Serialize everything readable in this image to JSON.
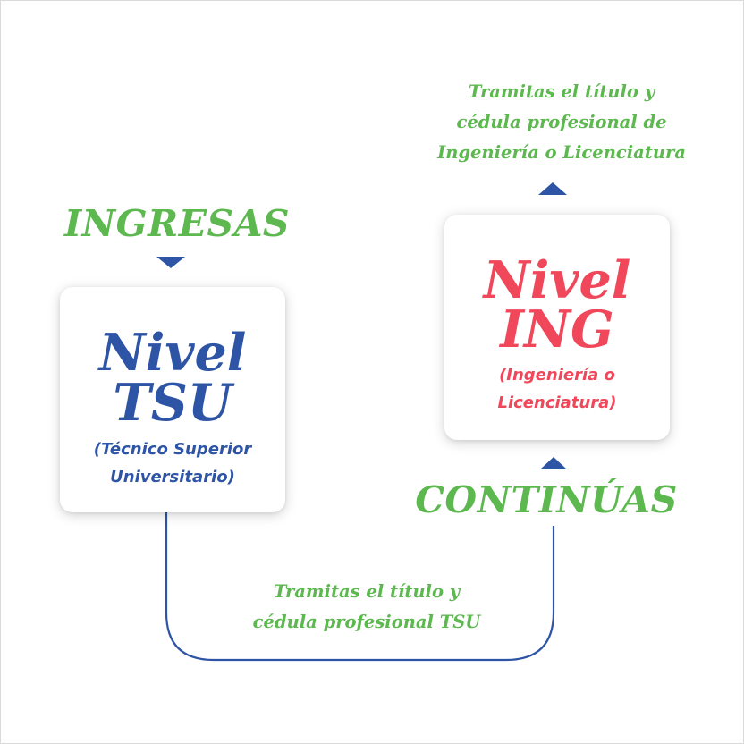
{
  "colors": {
    "green": "#5cb84f",
    "blue": "#2e54a5",
    "red": "#f0475a"
  },
  "ingresas": "INGRESAS",
  "continuas": "CONTINÚAS",
  "tsu": {
    "title_line1": "Nivel",
    "title_line2": "TSU",
    "subtitle_line1": "(Técnico Superior",
    "subtitle_line2": "Universitario)"
  },
  "ing": {
    "title_line1": "Nivel",
    "title_line2": "ING",
    "subtitle_line1": "(Ingeniería o",
    "subtitle_line2": "Licenciatura)"
  },
  "tramite_ing": {
    "line1": "Tramitas el título y",
    "line2": "cédula profesional de",
    "line3": "Ingeniería o Licenciatura"
  },
  "tramite_tsu": {
    "line1": "Tramitas el título y",
    "line2": "cédula profesional TSU"
  }
}
